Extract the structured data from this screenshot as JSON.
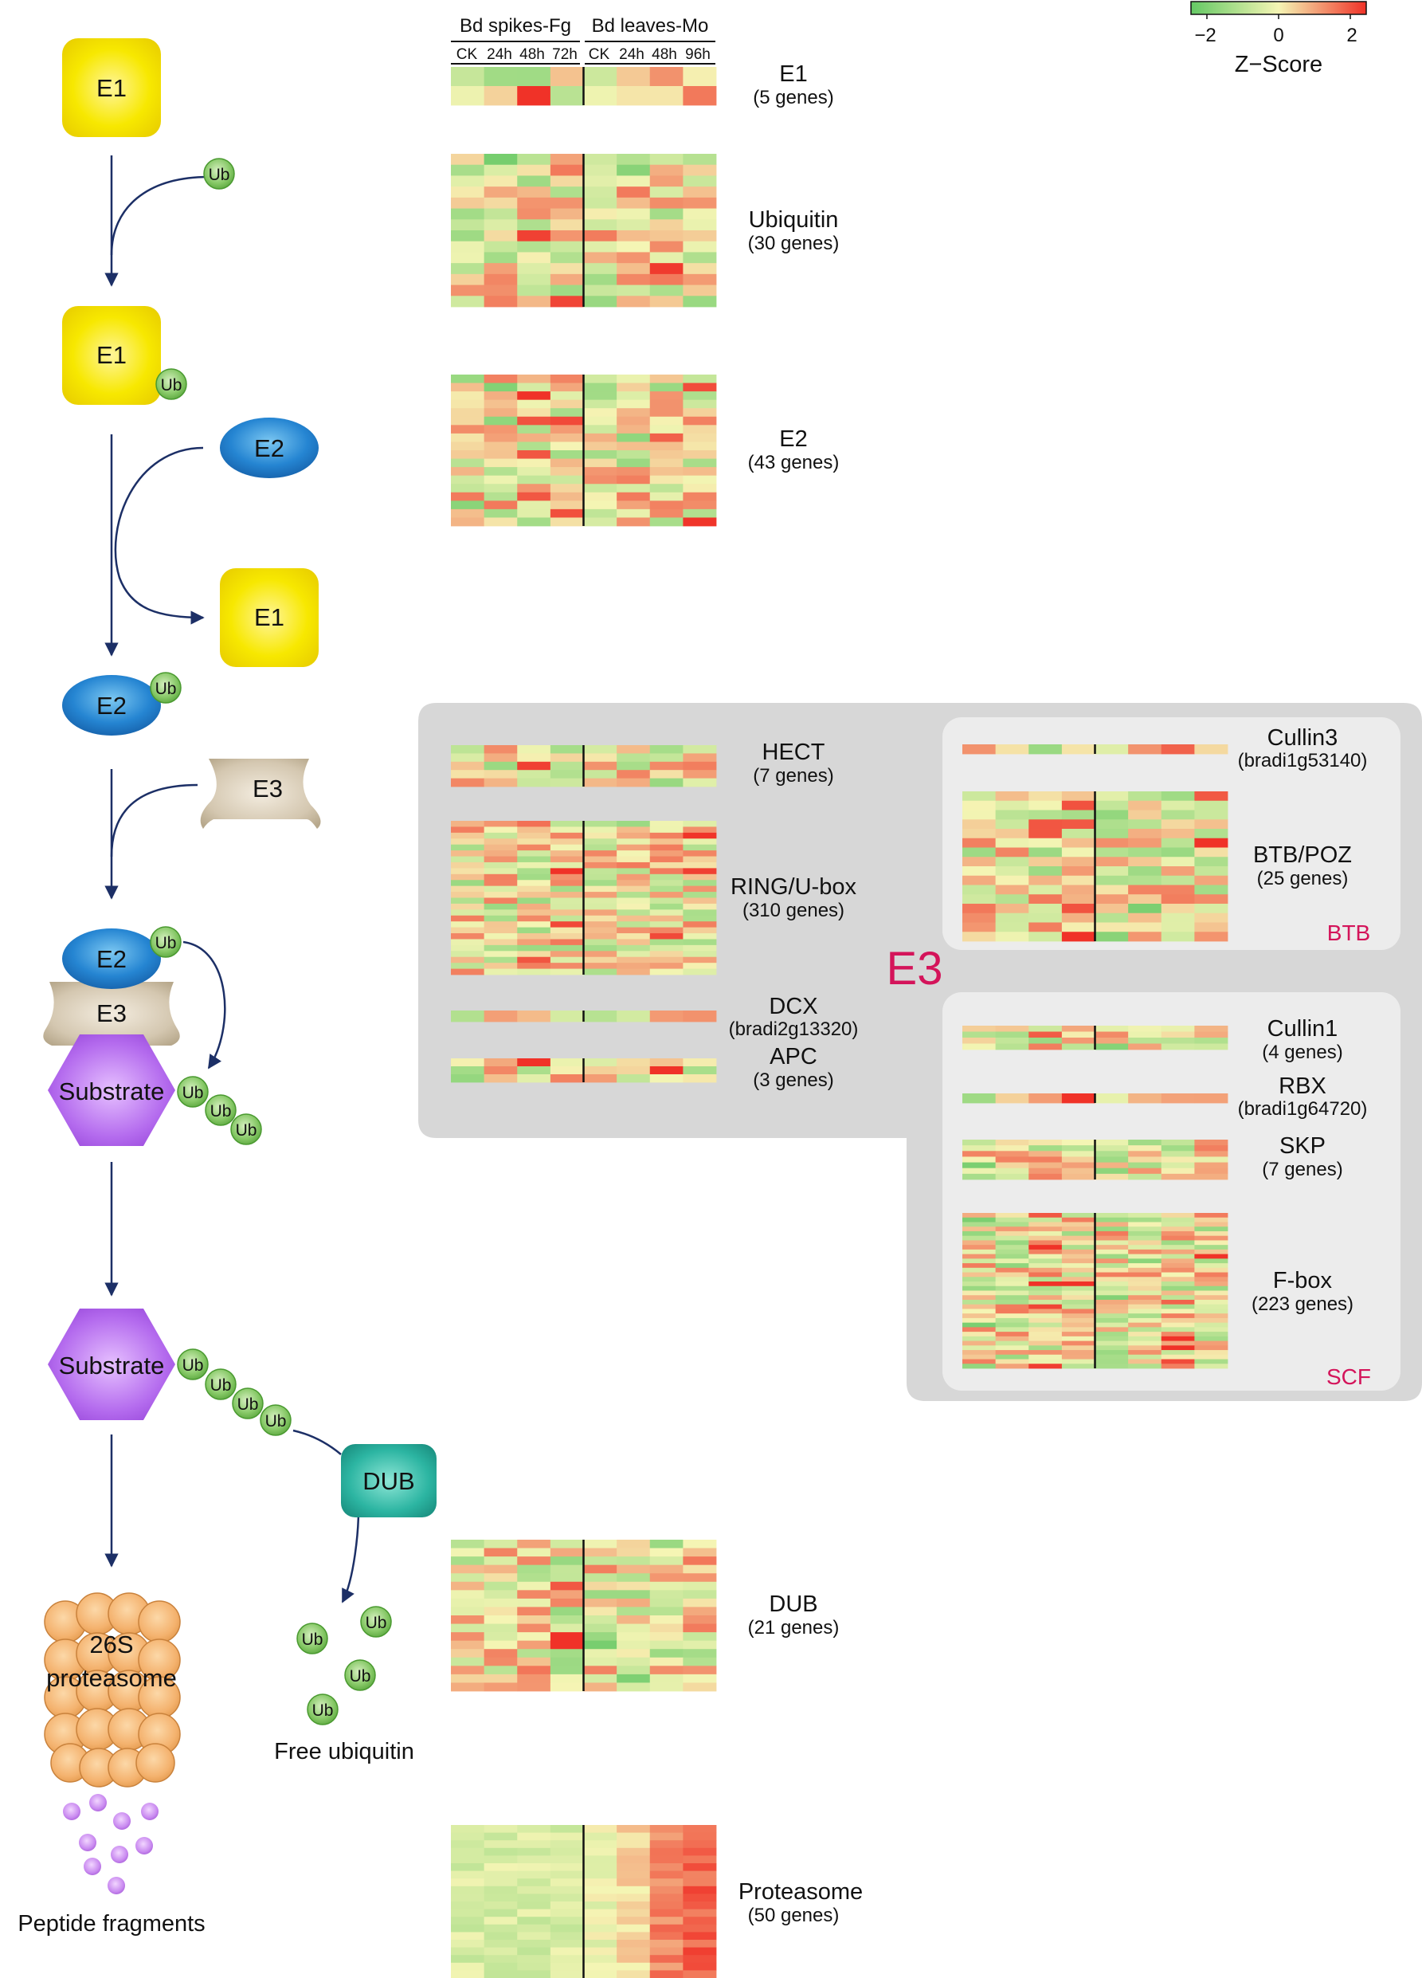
{
  "colors": {
    "accent_magenta": "#d4145a",
    "e1_yellow": "#f5e000",
    "e2_blue": "#1f7fcf",
    "e3_tan": "#cdbfa6",
    "substrate_purple": "#b268e8",
    "dub_teal": "#2cb5a2",
    "ub_green": "#7cc45a",
    "proteasome_orange": "#f4b26e",
    "panel_gray": "#d7d7d7",
    "subpanel_gray": "#ececec",
    "arrow_navy": "#1c2f66",
    "low": "#64c864",
    "mid": "#f5f5b4",
    "high": "#f03228"
  },
  "legend": {
    "title": "Z−Score",
    "ticks": [
      "−2",
      "0",
      "2"
    ],
    "range": [
      -2.5,
      2.5
    ]
  },
  "header": {
    "group1": "Bd spikes-Fg",
    "group2": "Bd leaves-Mo",
    "columns": [
      "CK",
      "24h",
      "48h",
      "72h",
      "CK",
      "24h",
      "48h",
      "96h"
    ]
  },
  "pathway": {
    "e1_a": "E1",
    "ub_1": "Ub",
    "e1_b": "E1",
    "ub_2": "Ub",
    "e2_a": "E2",
    "e1_c": "E1",
    "e2_b": "E2",
    "ub_3": "Ub",
    "e3_a": "E3",
    "e2_c": "E2",
    "ub_4": "Ub",
    "e3_b": "E3",
    "substrate_a": "Substrate",
    "ub_chain_a": [
      "Ub",
      "Ub",
      "Ub"
    ],
    "substrate_b": "Substrate",
    "ub_chain_b": [
      "Ub",
      "Ub",
      "Ub",
      "Ub"
    ],
    "dub": "DUB",
    "proteasome_line1": "26S",
    "proteasome_line2": "proteasome",
    "free_ub": [
      "Ub",
      "Ub",
      "Ub",
      "Ub"
    ],
    "free_ubiquitin": "Free ubiquitin",
    "peptide_fragments": "Peptide fragments"
  },
  "e3_panel": {
    "title": "E3",
    "btb_tag": "BTB",
    "scf_tag": "SCF"
  },
  "heatmaps": [
    {
      "key": "e1",
      "name": "E1",
      "count": "(5 genes)",
      "genes": 5,
      "pattern": "generic"
    },
    {
      "key": "ubiquitin",
      "name": "Ubiquitin",
      "count": "(30 genes)",
      "genes": 30,
      "pattern": "generic"
    },
    {
      "key": "e2",
      "name": "E2",
      "count": "(43 genes)",
      "genes": 43,
      "pattern": "generic"
    },
    {
      "key": "hect",
      "name": "HECT",
      "count": "(7 genes)",
      "genes": 7,
      "pattern": "generic"
    },
    {
      "key": "ring",
      "name": "RING/U-box",
      "count": "(310 genes)",
      "genes": 310,
      "pattern": "generic"
    },
    {
      "key": "dcx",
      "name": "DCX",
      "count": "(bradi2g13320)",
      "genes": 1,
      "pattern": "generic"
    },
    {
      "key": "apc",
      "name": "APC",
      "count": "(3 genes)",
      "genes": 3,
      "pattern": "generic"
    },
    {
      "key": "cullin3",
      "name": "Cullin3",
      "count": "(bradi1g53140)",
      "genes": 1,
      "pattern": "generic"
    },
    {
      "key": "btb",
      "name": "BTB/POZ",
      "count": "(25 genes)",
      "genes": 25,
      "pattern": "generic"
    },
    {
      "key": "cullin1",
      "name": "Cullin1",
      "count": "(4 genes)",
      "genes": 4,
      "pattern": "generic"
    },
    {
      "key": "rbx",
      "name": "RBX",
      "count": "(bradi1g64720)",
      "genes": 1,
      "pattern": "generic"
    },
    {
      "key": "skp",
      "name": "SKP",
      "count": "(7 genes)",
      "genes": 7,
      "pattern": "generic"
    },
    {
      "key": "fbox",
      "name": "F-box",
      "count": "(223 genes)",
      "genes": 223,
      "pattern": "generic"
    },
    {
      "key": "dub",
      "name": "DUB",
      "count": "(21 genes)",
      "genes": 21,
      "pattern": "generic"
    },
    {
      "key": "proteasome",
      "name": "Proteasome",
      "count": "(50 genes)",
      "genes": 50,
      "pattern": "proteasome"
    }
  ]
}
